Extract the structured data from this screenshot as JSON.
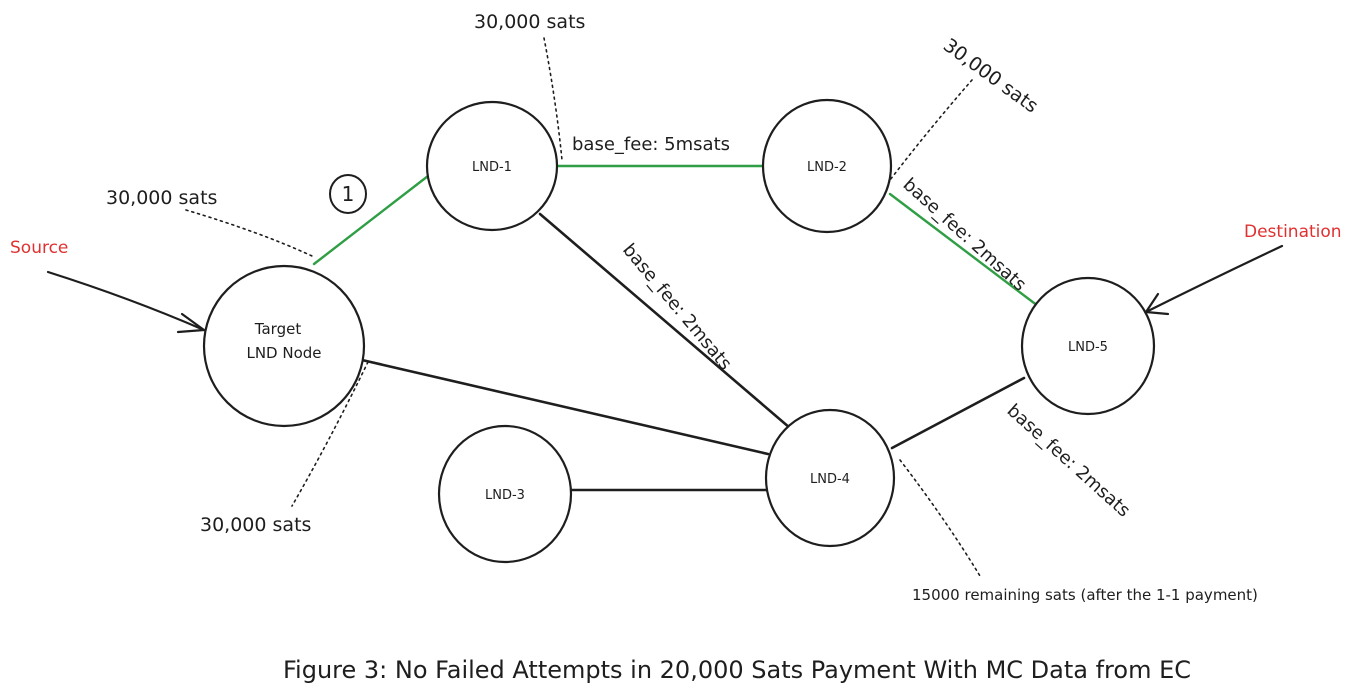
{
  "nodes": {
    "target_line1": "Target",
    "target_line2": "LND Node",
    "lnd1": "LND-1",
    "lnd2": "LND-2",
    "lnd3": "LND-3",
    "lnd4": "LND-4",
    "lnd5": "LND-5"
  },
  "labels": {
    "source": "Source",
    "destination": "Destination",
    "marker": "1"
  },
  "amounts": {
    "target_top": "30,000 sats",
    "target_bottom": "30,000 sats",
    "lnd1_top": "30,000 sats",
    "lnd2_top": "30,000 sats",
    "lnd4_remaining": "15000 remaining sats (after the 1-1 payment)"
  },
  "fees": {
    "lnd1_lnd2": "base_fee: 5msats",
    "lnd1_lnd4": "base_fee: 2msats",
    "lnd2_lnd5": "base_fee: 2msats",
    "lnd4_lnd5": "base_fee: 2msats"
  },
  "caption": "Figure 3: No Failed Attempts in 20,000 Sats Payment With MC Data from EC",
  "colors": {
    "route": "#2f9e44",
    "annotation": "#e03131",
    "stroke": "#1e1e1e"
  }
}
